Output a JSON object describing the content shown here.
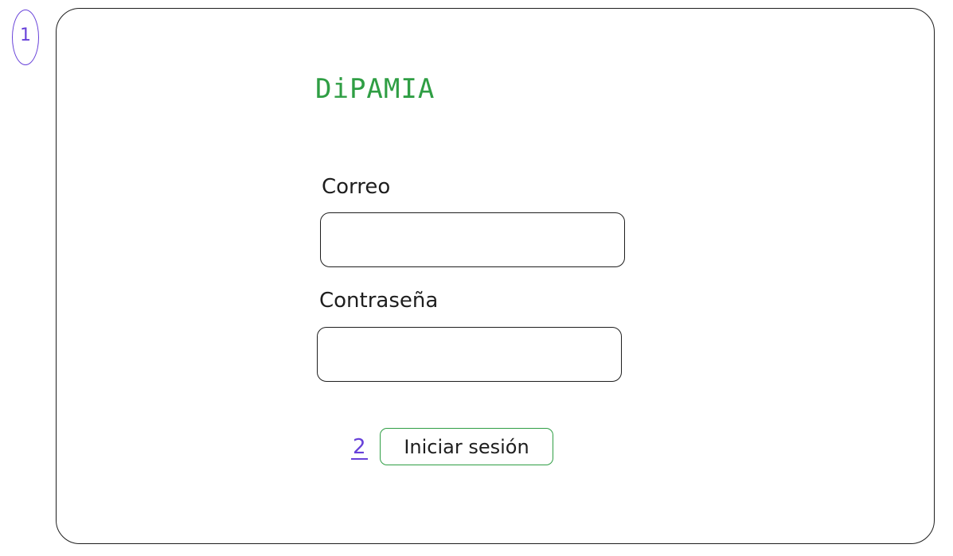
{
  "annotations": {
    "screen_number": "1",
    "button_step": "2"
  },
  "app": {
    "title": "DiPAMIA"
  },
  "form": {
    "email_label": "Correo",
    "email_value": "",
    "password_label": "Contraseña",
    "password_value": "",
    "submit_label": "Iniciar sesión"
  },
  "colors": {
    "accent_green": "#2f9e44",
    "annotation_violet": "#6741d9",
    "stroke": "#1e1e1e"
  }
}
